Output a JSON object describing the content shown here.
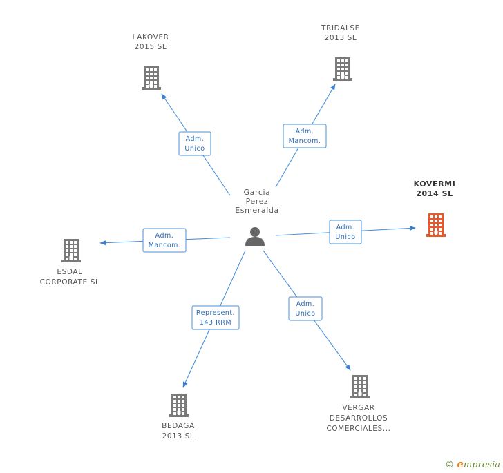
{
  "center": {
    "lines": [
      "Garcia",
      "Perez",
      "Esmeralda"
    ],
    "icon": "person-icon"
  },
  "companies": [
    {
      "id": "lakover",
      "lines": [
        "LAKOVER",
        "2015  SL"
      ],
      "highlight": false,
      "icon": "building-icon"
    },
    {
      "id": "tridalse",
      "lines": [
        "TRIDALSE",
        "2013  SL"
      ],
      "highlight": false,
      "icon": "building-icon"
    },
    {
      "id": "kovermi",
      "lines": [
        "KOVERMI",
        "2014  SL"
      ],
      "highlight": true,
      "icon": "building-icon"
    },
    {
      "id": "esdal",
      "lines": [
        "ESDAL",
        "CORPORATE SL"
      ],
      "highlight": false,
      "icon": "building-icon"
    },
    {
      "id": "bedaga",
      "lines": [
        "BEDAGA",
        "2013  SL"
      ],
      "highlight": false,
      "icon": "building-icon"
    },
    {
      "id": "vergar",
      "lines": [
        "VERGAR",
        "DESARROLLOS",
        "COMERCIALES..."
      ],
      "highlight": false,
      "icon": "building-icon"
    }
  ],
  "edges": [
    {
      "to": "lakover",
      "lines": [
        "Adm.",
        "Unico"
      ]
    },
    {
      "to": "tridalse",
      "lines": [
        "Adm.",
        "Mancom."
      ]
    },
    {
      "to": "kovermi",
      "lines": [
        "Adm.",
        "Unico"
      ]
    },
    {
      "to": "esdal",
      "lines": [
        "Adm.",
        "Mancom."
      ]
    },
    {
      "to": "bedaga",
      "lines": [
        "Represent.",
        "143 RRM"
      ]
    },
    {
      "to": "vergar",
      "lines": [
        "Adm.",
        "Unico"
      ]
    }
  ],
  "colors": {
    "edge": "#4a90d9",
    "building": "#7a7a7a",
    "building_highlight": "#e8582a"
  },
  "footer": {
    "copyright_symbol": "©",
    "brand_initial": "e",
    "brand_rest": "mpresia"
  }
}
